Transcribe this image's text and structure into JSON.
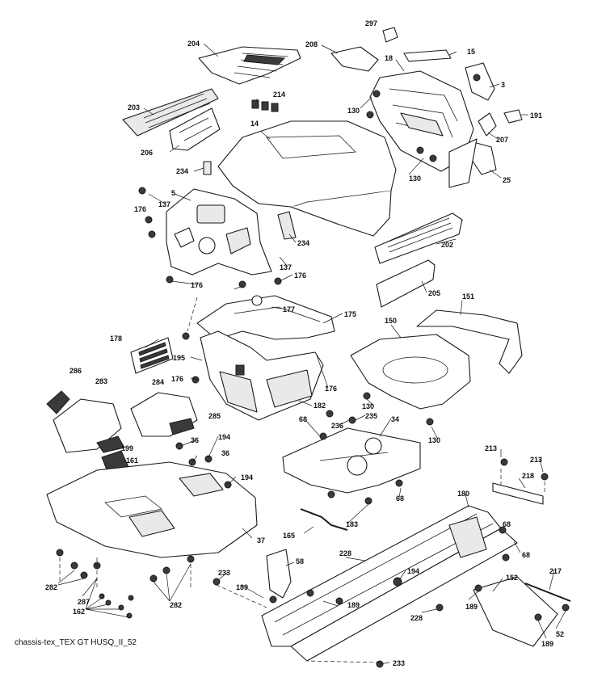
{
  "diagram": {
    "caption": "chassis-tex_TEX GT HUSQ_II_52",
    "callouts": {
      "c297": "297",
      "c204": "204",
      "c208": "208",
      "c15": "15",
      "c18": "18",
      "c3": "3",
      "c214": "214",
      "c203": "203",
      "c130a": "130",
      "c191": "191",
      "c14": "14",
      "c207": "207",
      "c206": "206",
      "c130b": "130",
      "c25": "25",
      "c234a": "234",
      "c5": "5",
      "c137a": "137",
      "c176a": "176",
      "c234b": "234",
      "c202": "202",
      "c137b": "137",
      "c176b": "176",
      "c176c": "176",
      "c205": "205",
      "c177": "177",
      "c175": "175",
      "c151": "151",
      "c150": "150",
      "c178": "178",
      "c195": "195",
      "c176d": "176",
      "c176e": "176",
      "c286": "286",
      "c283": "283",
      "c284": "284",
      "c182": "182",
      "c130c": "130",
      "c285": "285",
      "c68a": "68",
      "c235": "235",
      "c236": "236",
      "c34": "34",
      "c130d": "130",
      "c194a": "194",
      "c36a": "36",
      "c199": "199",
      "c36b": "36",
      "c161": "161",
      "c194b": "194",
      "c213a": "213",
      "c213b": "213",
      "c218": "218",
      "c68b": "68",
      "c180": "180",
      "c183": "183",
      "c68c": "68",
      "c165": "165",
      "c37": "37",
      "c68d": "68",
      "c228a": "228",
      "c58": "58",
      "c233a": "233",
      "c189a": "189",
      "c194c": "194",
      "c282a": "282",
      "c287": "287",
      "c282b": "282",
      "c162": "162",
      "c152": "152",
      "c217": "217",
      "c189b": "189",
      "c189c": "189",
      "c228b": "228",
      "c52": "52",
      "c189d": "189",
      "c233b": "233"
    }
  }
}
